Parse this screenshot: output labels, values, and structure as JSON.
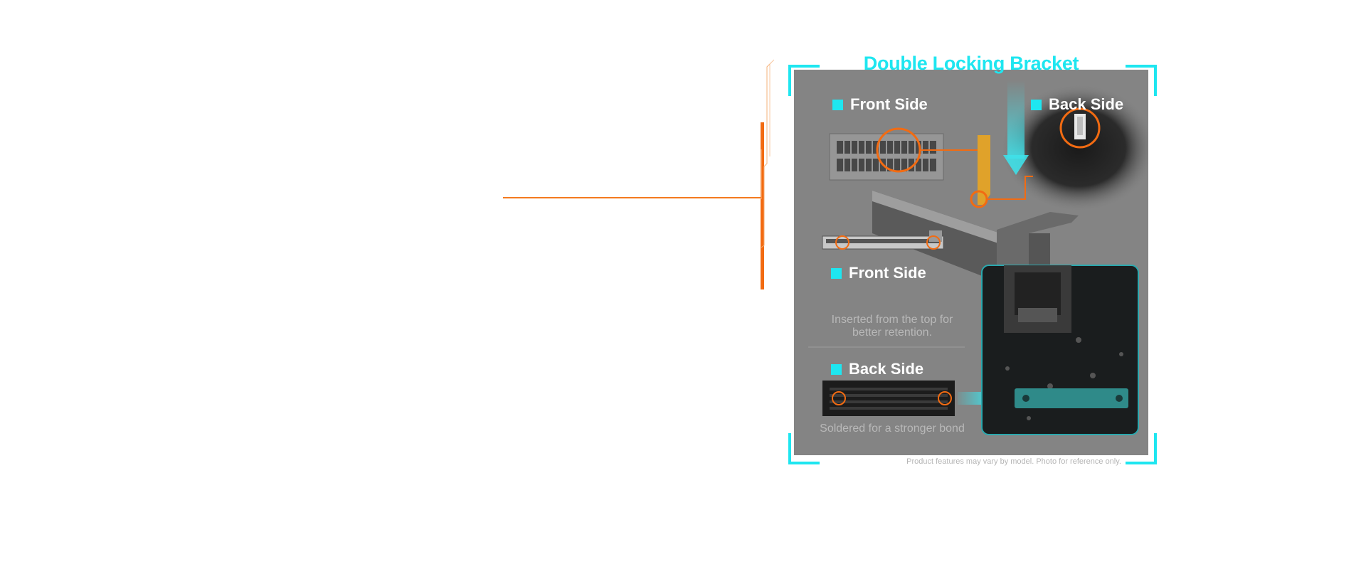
{
  "title": "Double Locking Bracket",
  "top_front_heading": "Front Side",
  "top_back_heading": "Back Side",
  "mid_front_heading": "Front Side",
  "mid_front_caption_line1": "Inserted from the top for",
  "mid_front_caption_line2": "better retention.",
  "bottom_back_heading": "Back Side",
  "bottom_back_caption": "Soldered for a stronger bond",
  "disclaimer": "Product features may vary by model.   Photo for reference only.",
  "colors": {
    "accent_cyan": "#1ee6f0",
    "accent_orange": "#f26b12",
    "panel_gray": "#848484"
  }
}
